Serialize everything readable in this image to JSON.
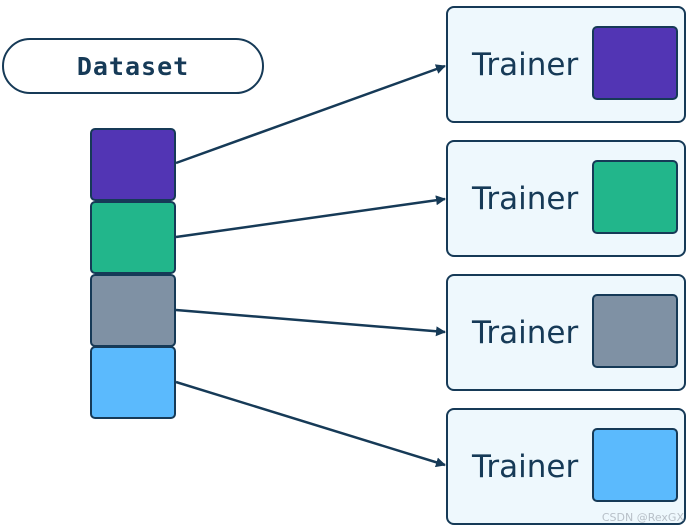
{
  "dataset": {
    "label": "Dataset"
  },
  "shards": [
    {
      "color": "#5235b4"
    },
    {
      "color": "#22b68b"
    },
    {
      "color": "#7f91a4"
    },
    {
      "color": "#5bbafd"
    }
  ],
  "trainers": [
    {
      "label": "Trainer",
      "color": "#5235b4"
    },
    {
      "label": "Trainer",
      "color": "#22b68b"
    },
    {
      "label": "Trainer",
      "color": "#7f91a4"
    },
    {
      "label": "Trainer",
      "color": "#5bbafd"
    }
  ],
  "colors": {
    "stroke": "#163a57",
    "trainer_fill": "#eef8fd"
  },
  "watermark": "CSDN @RexGX"
}
